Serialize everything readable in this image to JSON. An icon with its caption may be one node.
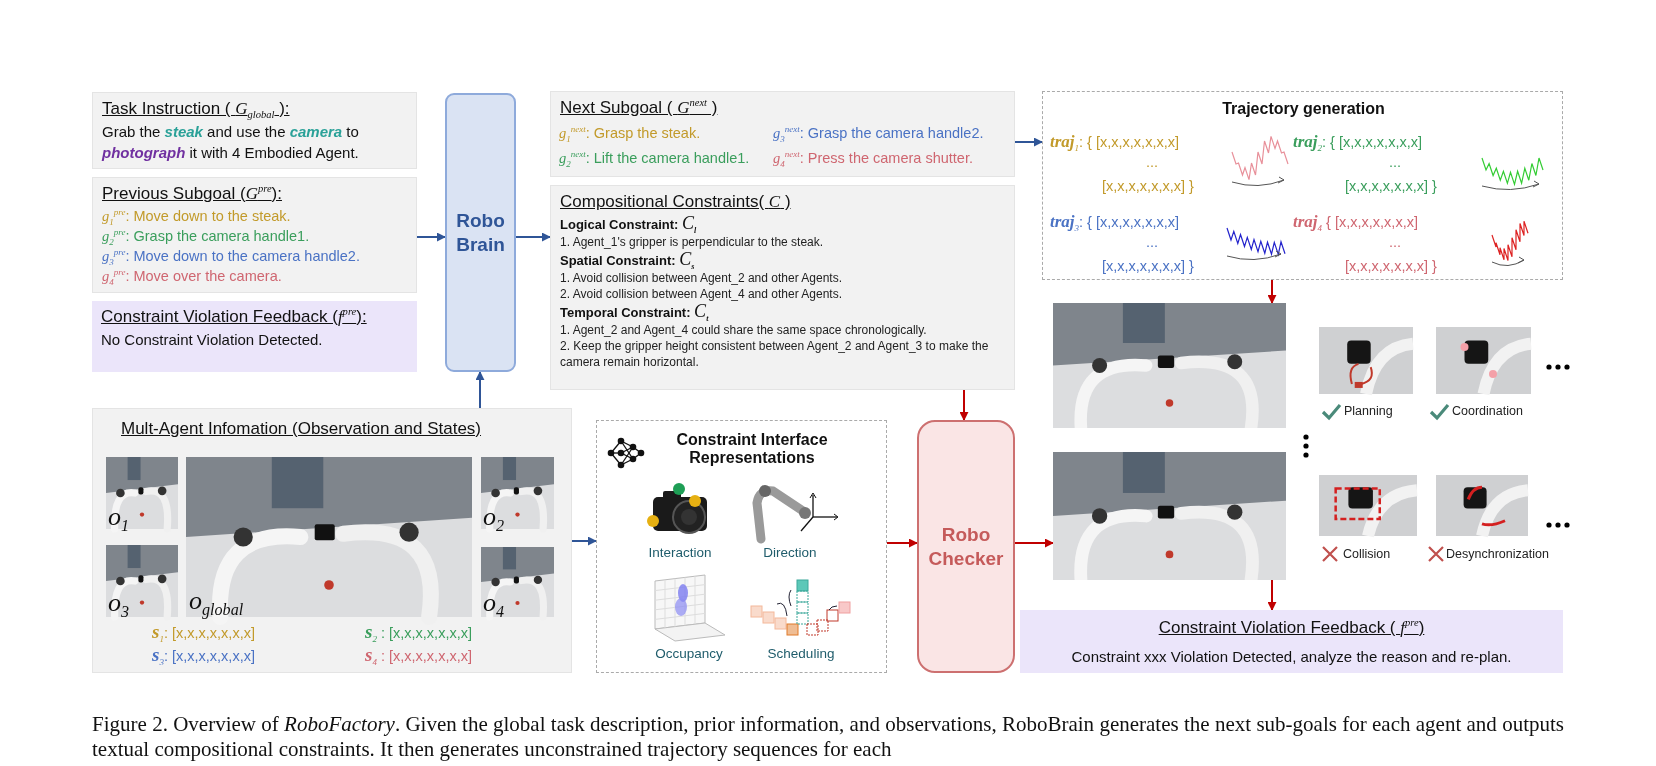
{
  "diagram": {
    "caption": "Figure 2. Overview of *RoboFactory*. Given the global task description, prior information, and observations, RoboBrain generates the next sub-goals for each agent and outputs textual compositional constraints. It then generates unconstrained trajectory sequences for each",
    "nodes": [
      {
        "text": [
          "Task Instruction ( *G*$_{global}$ ):",
          "Grab the **steak** and use the **camera** to **photograph** it with 4 Embodied Agent."
        ]
      },
      {
        "text": [
          "Previous Subgoal (*G*$^{pre}$):",
          "*g*$_{1}$$^{pre}$: Move down to the steak.",
          "*g*$_{2}$$^{pre}$: Grasp the camera handle1.",
          "*g*$_{3}$$^{pre}$: Move down to the camera handle2.",
          "*g*$_{4}$$^{pre}$: Move over the camera."
        ]
      },
      {
        "text": [
          "Constraint Violation Feedback (*f*$^{pre}$):",
          "No Constraint Violation Detected."
        ]
      },
      {
        "text": [
          "Robo Brain"
        ]
      },
      {
        "text": [
          "Next Subgoal ( *G*$^{next}$ )",
          "*g*$_{1}$$^{next}$: Grasp the steak.",
          "*g*$_{3}$$^{next}$: Grasp the camera handle2.",
          "*g*$_{2}$$^{next}$: Lift the camera handle1.",
          "*g*$_{4}$$^{next}$: Press the camera shutter."
        ]
      },
      {
        "text": [
          "Compositional Constraints( *C* )",
          "Logical Constraint: *C*$_{l}$",
          "1. Agent_1's gripper is perpendicular to the steak.",
          "Spatial Constraint: *C*$_{s}$",
          "1. Avoid collision between Agent_2 and other Agents.",
          "2. Avoid collision between Agent_4 and other Agents.",
          "Temporal Constraint: *C*$_{t}$",
          "1. Agent_2 and Agent_4 could share the same space chronologically.",
          "2. Keep the gripper height consistent between Agent_2 and Agent_3 to make the camera remain horizontal."
        ]
      },
      {
        "text": [
          "Trajectory generation",
          "*traj*$_{1}$: { [x,x,x,x,x,x,x]",
          "...",
          "[x,x,x,x,x,x,x] }",
          "*traj*$_{2}$: { [x,x,x,x,x,x,x]",
          "...",
          "[x,x,x,x,x,x,x] }",
          "*traj*$_{3}$: { [x,x,x,x,x,x,x]",
          "...",
          "[x,x,x,x,x,x,x] }",
          "*traj*$_{4}$ { [x,x,x,x,x,x,x]",
          "...",
          "[x,x,x,x,x,x,x] }"
        ]
      },
      {
        "text": [
          "Mult-Agent Infomation (Observation and States)",
          "*o*$_{1}$",
          "*o*$_{global}$",
          "*o*$_{2}$",
          "*o*$_{3}$",
          "*o*$_{4}$",
          "*s*$_{1}$: [x,x,x,x,x,x,x]",
          "*s*$_{2}$ : [x,x,x,x,x,x,x]",
          "*s*$_{3}$: [x,x,x,x,x,x,x]",
          "*s*$_{4}$ : [x,x,x,x,x,x,x]"
        ]
      },
      {
        "text": [
          "Constraint Interface Representations",
          "Interaction",
          "Direction",
          "Occupancy",
          "Scheduling"
        ]
      },
      {
        "text": [
          "Robo Checker"
        ]
      },
      {
        "text": [],
        "shape": "picture"
      },
      {
        "text": [],
        "shape": "picture"
      },
      {
        "text": [
          "Constraint Violation Feedback ( *f*$^{pre}$)",
          "Constraint xxx Violation Detected, analyze the reason and re-plan."
        ]
      }
    ],
    "edges": [
      {
        "from": 1,
        "to": 3,
        "arrow": "to",
        "color": "#2f5597"
      },
      {
        "from": 3,
        "to": 5,
        "arrow": "to",
        "color": "#2f5597"
      },
      {
        "from": 4,
        "to": 6,
        "arrow": "to",
        "color": "#2f5597"
      },
      {
        "from": 7,
        "to": 3,
        "arrow": "to",
        "color": "#2f5597"
      },
      {
        "from": 7,
        "to": 8,
        "arrow": "to",
        "color": "#2f5597"
      },
      {
        "from": 5,
        "to": 9,
        "arrow": "to",
        "color": "#c00000"
      },
      {
        "from": 8,
        "to": 9,
        "arrow": "to",
        "color": "#c00000"
      },
      {
        "from": 9,
        "to": 11,
        "arrow": "to",
        "color": "#c00000"
      },
      {
        "from": 6,
        "to": 10,
        "arrow": "to",
        "color": "#c00000"
      },
      {
        "from": 11,
        "to": 12,
        "arrow": "to",
        "color": "#c00000"
      }
    ],
    "labels": [
      "Planning",
      "Coordination",
      "Collision",
      "Desynchronization"
    ]
  }
}
